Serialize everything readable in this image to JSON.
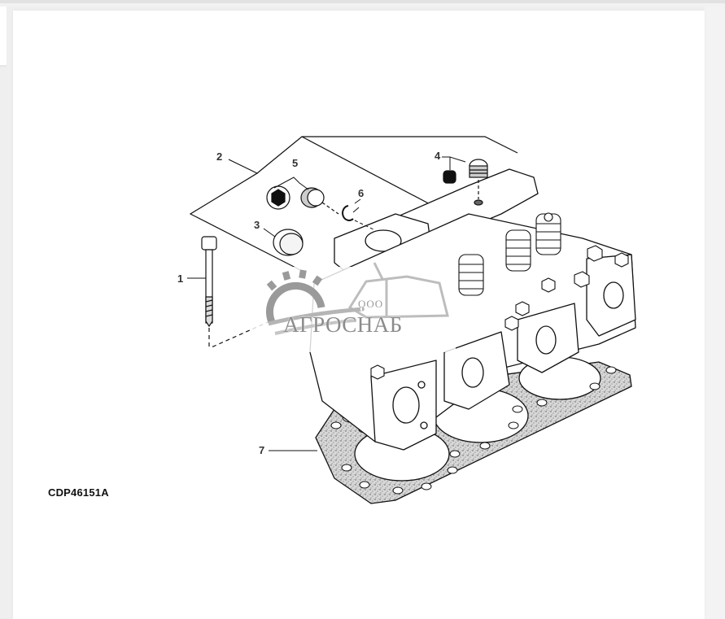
{
  "page": {
    "background": "#efefef",
    "panel_background": "#ffffff"
  },
  "figure": {
    "code": "CDP46151A",
    "callouts": [
      {
        "id": "1",
        "label": "1"
      },
      {
        "id": "2",
        "label": "2"
      },
      {
        "id": "3",
        "label": "3"
      },
      {
        "id": "4",
        "label": "4"
      },
      {
        "id": "5",
        "label": "5"
      },
      {
        "id": "6",
        "label": "6"
      },
      {
        "id": "7",
        "label": "7"
      }
    ],
    "parts_depicted": [
      "cylinder-head-bolt",
      "cylinder-head",
      "plug",
      "threaded-plug",
      "plug-with-hex",
      "retaining-ring",
      "head-gasket"
    ]
  },
  "watermark": {
    "prefix": "ООО",
    "name": "АГРОСНАБ",
    "color": "#8c8c8c"
  }
}
